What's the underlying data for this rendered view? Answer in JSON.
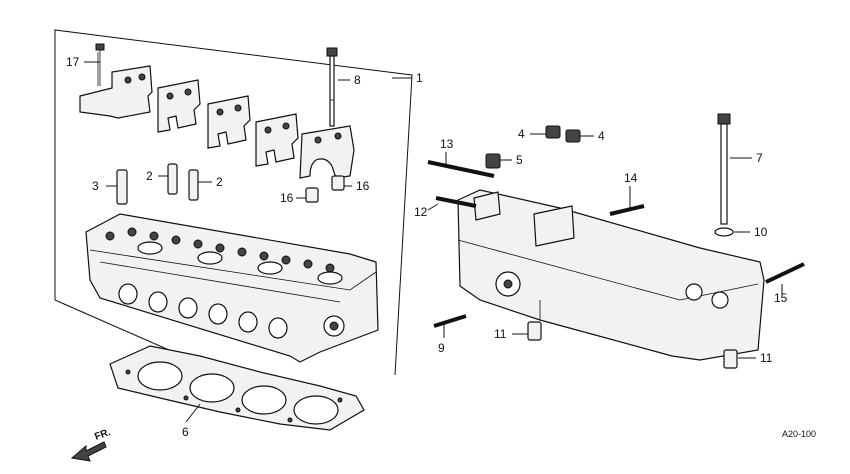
{
  "diagram": {
    "callouts": {
      "c1": "1",
      "c2a": "2",
      "c2b": "2",
      "c3": "3",
      "c4a": "4",
      "c4b": "4",
      "c5": "5",
      "c6": "6",
      "c7": "7",
      "c8": "8",
      "c9": "9",
      "c10": "10",
      "c11a": "11",
      "c11b": "11",
      "c12": "12",
      "c13": "13",
      "c14": "14",
      "c15": "15",
      "c16a": "16",
      "c16b": "16",
      "c17": "17"
    },
    "direction_label": "FR.",
    "figure_code": "A20-100"
  }
}
